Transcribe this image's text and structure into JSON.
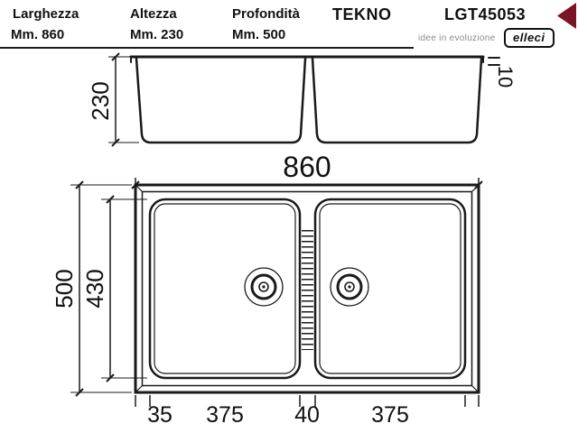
{
  "header": {
    "specs": [
      {
        "label": "Larghezza",
        "value": "Mm. 860"
      },
      {
        "label": "Altezza",
        "value": "Mm. 230"
      },
      {
        "label": "Profondità",
        "value": "Mm. 500"
      }
    ],
    "model": "TEKNO",
    "code": "LGT45053",
    "tagline": "idee in evoluzione",
    "brand": "elleci",
    "accent_color": "#7a1525"
  },
  "front_view": {
    "height_label": "230",
    "rim_label": "10"
  },
  "plan_view": {
    "width_label": "860",
    "depth_label": "500",
    "basin_depth_label": "430",
    "bottom_labels": [
      "35",
      "375",
      "40",
      "375"
    ]
  }
}
